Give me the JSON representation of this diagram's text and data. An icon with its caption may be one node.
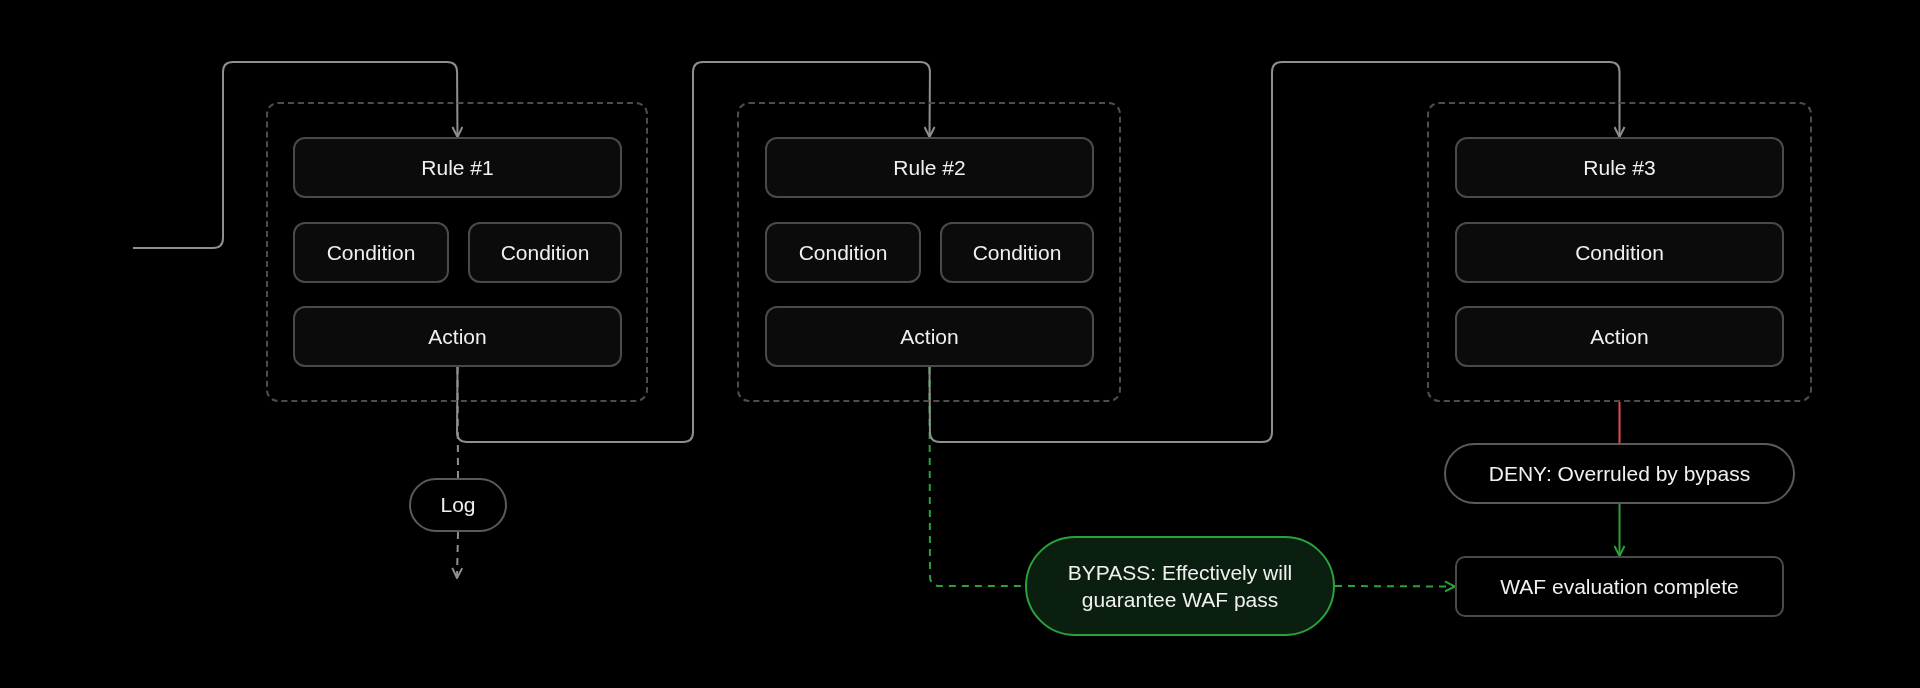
{
  "diagram": {
    "nodes": [
      {
        "text": [],
        "shape": "box"
      },
      {
        "text": [
          "Rule #1"
        ],
        "in": 0
      },
      {
        "text": [
          "Condition"
        ],
        "in": 0
      },
      {
        "text": [
          "Condition"
        ],
        "in": 0
      },
      {
        "text": [
          "Action"
        ],
        "in": 0
      },
      {
        "text": [],
        "shape": "box"
      },
      {
        "text": [
          "Rule #2"
        ],
        "in": 5
      },
      {
        "text": [
          "Condition"
        ],
        "in": 5
      },
      {
        "text": [
          "Condition"
        ],
        "in": 5
      },
      {
        "text": [
          "Action"
        ],
        "in": 5
      },
      {
        "text": [],
        "shape": "box"
      },
      {
        "text": [
          "Rule #3"
        ],
        "in": 10
      },
      {
        "text": [
          "Condition"
        ],
        "in": 10
      },
      {
        "text": [
          "Action"
        ],
        "in": 10
      },
      {
        "text": [
          "Log"
        ]
      },
      {
        "text": [
          "BYPASS: Effectively will guarantee WAF pass"
        ]
      },
      {
        "text": [
          "DENY: Overruled by bypass"
        ]
      },
      {
        "text": [
          "WAF evaluation complete"
        ]
      }
    ],
    "edges": [
      {
        "from": null,
        "to": 1,
        "arrow": "to"
      },
      {
        "from": 4,
        "to": 6,
        "arrow": "to"
      },
      {
        "from": 4,
        "to": 14,
        "arrow": "none",
        "style": "dashed"
      },
      {
        "from": 14,
        "to": null,
        "arrow": "to",
        "style": "dashed"
      },
      {
        "from": 9,
        "to": 11,
        "arrow": "to"
      },
      {
        "from": 9,
        "to": 15,
        "arrow": "none",
        "style": "dashed",
        "color": "#2aa13b"
      },
      {
        "from": 15,
        "to": 17,
        "arrow": "to",
        "style": "dashed",
        "color": "#2aa13b"
      },
      {
        "from": 10,
        "to": 16,
        "arrow": "none",
        "color": "#e5484d"
      },
      {
        "from": 16,
        "to": 17,
        "arrow": "to",
        "color": "#2aa13b"
      }
    ]
  }
}
